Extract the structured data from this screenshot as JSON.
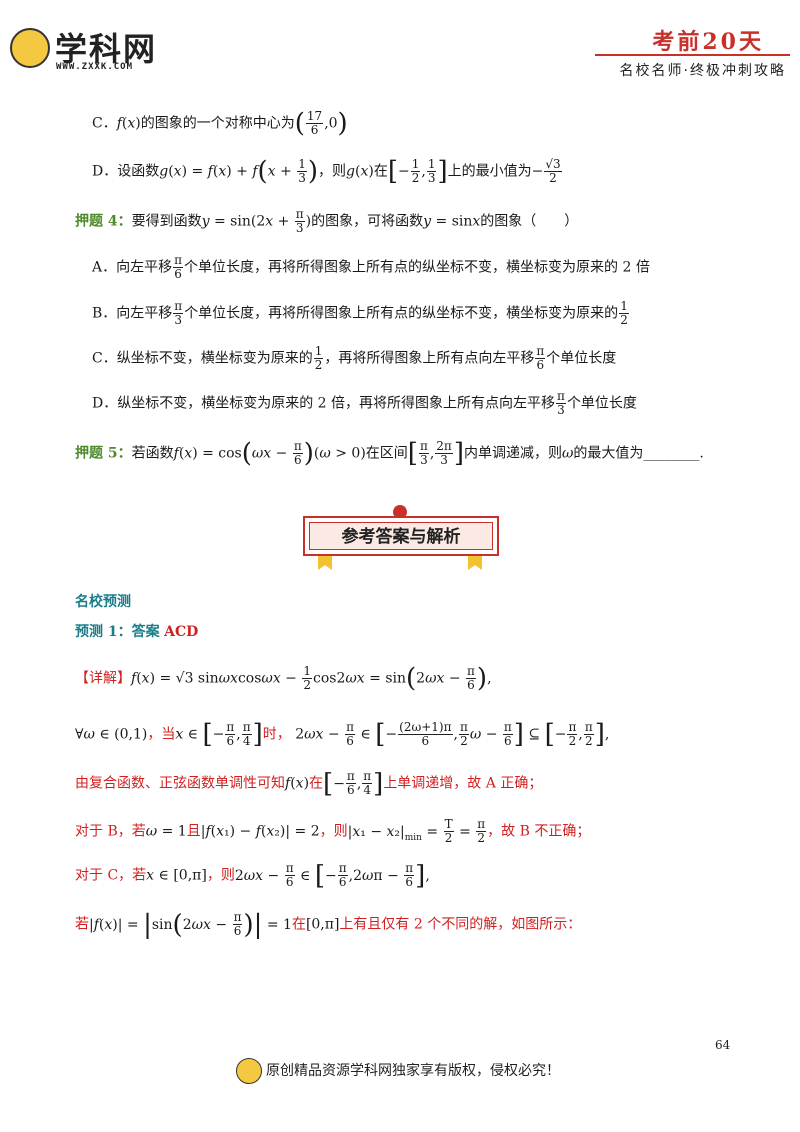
{
  "header": {
    "logo_text": "学科网",
    "logo_url": "WWW.ZXXK.COM",
    "title": "考前20天",
    "subtitle": "名校名师·终极冲刺攻略"
  },
  "q3": {
    "c_label": "C．",
    "c_text1": "的图象的一个对称中心为",
    "c_num": "17",
    "c_den": "6",
    "c_tail": ",0",
    "d_label": "D．设函数",
    "d_text1": "，则",
    "d_text2": "在",
    "d_text3": "上的最小值为",
    "d_ans_num": "√3",
    "d_ans_den": "2"
  },
  "q4": {
    "label": "押题 4：",
    "stem1": "要得到函数",
    "stem2": "的图象，可将函数",
    "stem3": "的图象（　　）",
    "a_label": "A．",
    "a_text1": "向左平移",
    "a_text2": "个单位长度，再将所得图象上所有点的纵坐标不变，横坐标变为原来的 2 倍",
    "b_label": "B．",
    "b_text1": "向左平移",
    "b_text2": "个单位长度，再将所得图象上所有点的纵坐标不变，横坐标变为原来的",
    "c_label": "C．",
    "c_text1": "纵坐标不变，横坐标变为原来的",
    "c_text2": "，再将所得图象上所有点向左平移",
    "c_text3": "个单位长度",
    "d_label": "D．",
    "d_text1": "纵坐标不变，横坐标变为原来的 2 倍，再将所得图象上所有点向左平移",
    "d_text2": "个单位长度"
  },
  "q5": {
    "label": "押题 5：",
    "text1": "若函数",
    "text2": "在区间",
    "text3": "内单调递减，则",
    "text4": "的最大值为",
    "blank": "________."
  },
  "banner": {
    "title": "参考答案与解析"
  },
  "answers": {
    "section_title": "名校预测",
    "pred_label": "预测 1：答案",
    "pred_answer": "ACD",
    "detail_tag": "【详解】",
    "line2_a": "，当",
    "line2_b": "时，",
    "line3": "由复合函数、正弦函数单调性可知",
    "line3_b": "在",
    "line3_c": "上单调递增，故 A 正确；",
    "line4_a": "对于 B，若",
    "line4_b": "且",
    "line4_c": "，则",
    "line4_d": "，故 B 不正确；",
    "line5_a": "对于 C，若",
    "line5_b": "，则",
    "line6_a": "若",
    "line6_b": "在",
    "line6_c": "上有且仅有 2 个不同的解，如图所示："
  },
  "footer": {
    "page_number": "64",
    "copyright": "原创精品资源学科网独家享有版权，侵权必究！"
  }
}
